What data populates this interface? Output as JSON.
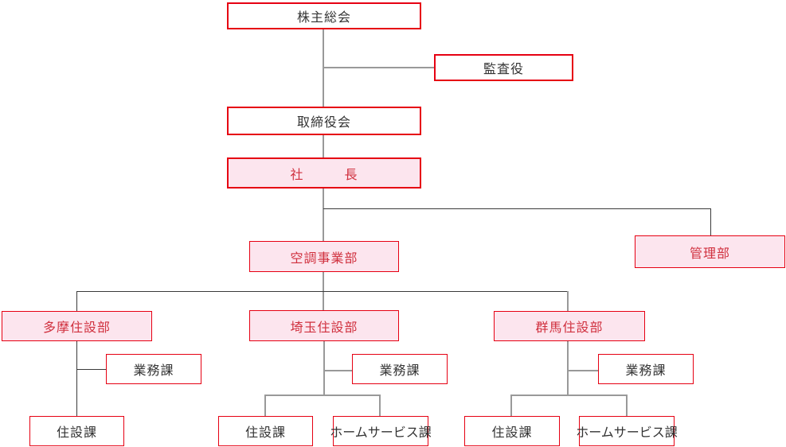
{
  "org_chart": {
    "colors": {
      "box_border_red": "#e60012",
      "pink_fill": "#fce5ee",
      "red_text": "#d0303e",
      "dark_text": "#333333",
      "gray_line": "#999999",
      "dark_line": "#3a3a3a",
      "background": "#ffffff"
    },
    "nodes": {
      "shareholders_meeting": {
        "label": "株主総会",
        "style": "white"
      },
      "auditor": {
        "label": "監査役",
        "style": "white"
      },
      "board_of_directors": {
        "label": "取締役会",
        "style": "white"
      },
      "president": {
        "label": "社　　　長",
        "style": "pink"
      },
      "hvac_division": {
        "label": "空調事業部",
        "style": "pink"
      },
      "admin_department": {
        "label": "管理部",
        "style": "pink"
      },
      "tama_housing_dept": {
        "label": "多摩住設部",
        "style": "pink"
      },
      "saitama_housing_dept": {
        "label": "埼玉住設部",
        "style": "pink"
      },
      "gunma_housing_dept": {
        "label": "群馬住設部",
        "style": "pink"
      },
      "tama_gyomu_section": {
        "label": "業務課",
        "style": "white"
      },
      "saitama_gyomu_section": {
        "label": "業務課",
        "style": "white"
      },
      "gunma_gyomu_section": {
        "label": "業務課",
        "style": "white"
      },
      "tama_jusetsu_section": {
        "label": "住設課",
        "style": "white"
      },
      "saitama_jusetsu_section": {
        "label": "住設課",
        "style": "white"
      },
      "saitama_home_service_section": {
        "label": "ホームサービス課",
        "style": "white"
      },
      "gunma_jusetsu_section": {
        "label": "住設課",
        "style": "white"
      },
      "gunma_home_service_section": {
        "label": "ホームサービス課",
        "style": "white"
      }
    },
    "hierarchy": [
      {
        "parent": "株主総会",
        "child": "監査役"
      },
      {
        "parent": "株主総会",
        "child": "取締役会"
      },
      {
        "parent": "取締役会",
        "child": "社　　　長"
      },
      {
        "parent": "社　　　長",
        "child": "空調事業部"
      },
      {
        "parent": "社　　　長",
        "child": "管理部"
      },
      {
        "parent": "空調事業部",
        "child": "多摩住設部"
      },
      {
        "parent": "空調事業部",
        "child": "埼玉住設部"
      },
      {
        "parent": "空調事業部",
        "child": "群馬住設部"
      },
      {
        "parent": "多摩住設部",
        "child": "業務課"
      },
      {
        "parent": "多摩住設部",
        "child": "住設課"
      },
      {
        "parent": "埼玉住設部",
        "child": "業務課"
      },
      {
        "parent": "埼玉住設部",
        "child": "住設課"
      },
      {
        "parent": "埼玉住設部",
        "child": "ホームサービス課"
      },
      {
        "parent": "群馬住設部",
        "child": "業務課"
      },
      {
        "parent": "群馬住設部",
        "child": "住設課"
      },
      {
        "parent": "群馬住設部",
        "child": "ホームサービス課"
      }
    ]
  }
}
